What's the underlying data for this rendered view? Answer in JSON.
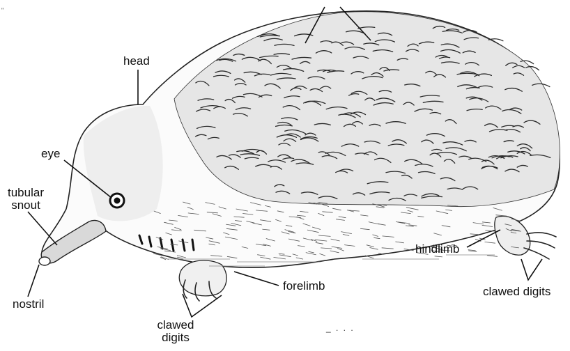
{
  "labels": {
    "head": "head",
    "eye": "eye",
    "tubular_snout_line1": "tubular",
    "tubular_snout_line2": "snout",
    "nostril": "nostril",
    "forelimb": "forelimb",
    "clawed_digits_front_line1": "clawed",
    "clawed_digits_front_line2": "digits",
    "hindlimb": "hindlimb",
    "clawed_digits_hind": "clawed digits"
  },
  "artifacts": {
    "corner_mark": "\"",
    "footer_fragment": "_ . . ."
  },
  "colors": {
    "ink": "#111111",
    "background": "#ffffff"
  }
}
